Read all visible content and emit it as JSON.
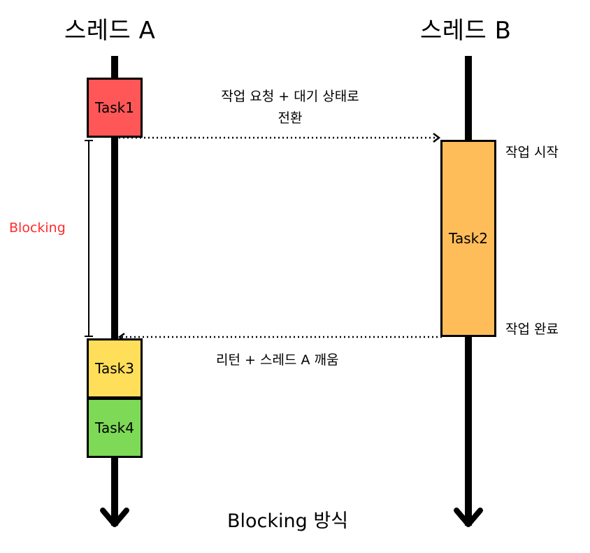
{
  "threads": {
    "a_label": "스레드 A",
    "b_label": "스레드 B"
  },
  "tasks": {
    "task1": "Task1",
    "task2": "Task2",
    "task3": "Task3",
    "task4": "Task4"
  },
  "messages": {
    "request_line1": "작업 요청 + 대기 상태로",
    "request_line2": "전환",
    "return_msg": "리턴 + 스레드 A 깨움"
  },
  "annotations": {
    "work_start": "작업 시작",
    "work_done": "작업 완료",
    "blocking": "Blocking"
  },
  "caption": "Blocking 방식",
  "colors": {
    "task1": "#ff5757",
    "task2": "#ffbd59",
    "task3": "#ffde59",
    "task4": "#7ed957",
    "blocking_text": "#ff2b2b"
  }
}
